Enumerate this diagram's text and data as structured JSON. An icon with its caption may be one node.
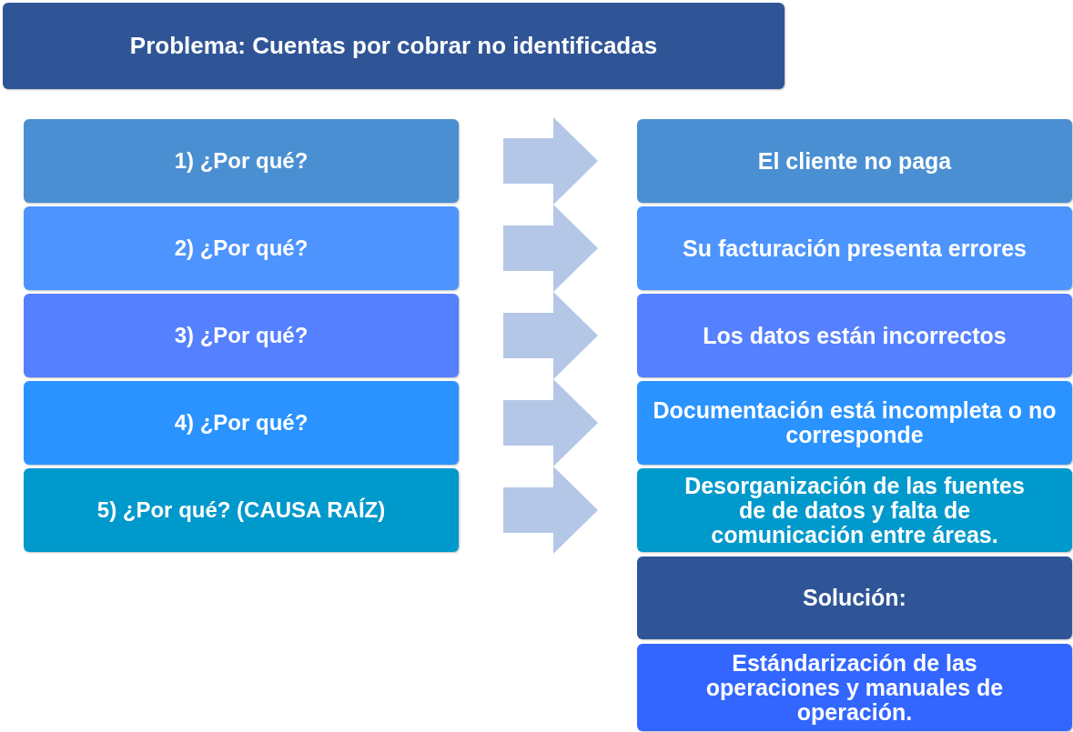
{
  "diagram": {
    "nodes": [
      {
        "text": [
          "Problema: Cuentas por cobrar no identificadas"
        ]
      },
      {
        "text": [
          "1) ¿Por qué?"
        ]
      },
      {
        "text": [
          "2) ¿Por qué?"
        ]
      },
      {
        "text": [
          "3) ¿Por qué?"
        ]
      },
      {
        "text": [
          "4) ¿Por qué?"
        ]
      },
      {
        "text": [
          "5) ¿Por qué? (CAUSA RAÍZ)"
        ]
      },
      {
        "text": [
          "El cliente no paga"
        ]
      },
      {
        "text": [
          "Su facturación presenta errores"
        ]
      },
      {
        "text": [
          "Los datos están incorrectos"
        ]
      },
      {
        "text": [
          "Documentación está incompleta o no corresponde"
        ]
      },
      {
        "text": [
          "Desorganización de las fuentes de de datos y falta de comunicación entre áreas."
        ]
      },
      {
        "text": [
          "Solución:"
        ]
      },
      {
        "text": [
          "Estándarización de las operaciones y manuales de operación."
        ]
      }
    ],
    "edges": [
      {
        "from": 1,
        "to": 6,
        "arrow": "to"
      },
      {
        "from": 2,
        "to": 7,
        "arrow": "to"
      },
      {
        "from": 3,
        "to": 8,
        "arrow": "to"
      },
      {
        "from": 4,
        "to": 9,
        "arrow": "to"
      },
      {
        "from": 5,
        "to": 10,
        "arrow": "to"
      }
    ]
  }
}
